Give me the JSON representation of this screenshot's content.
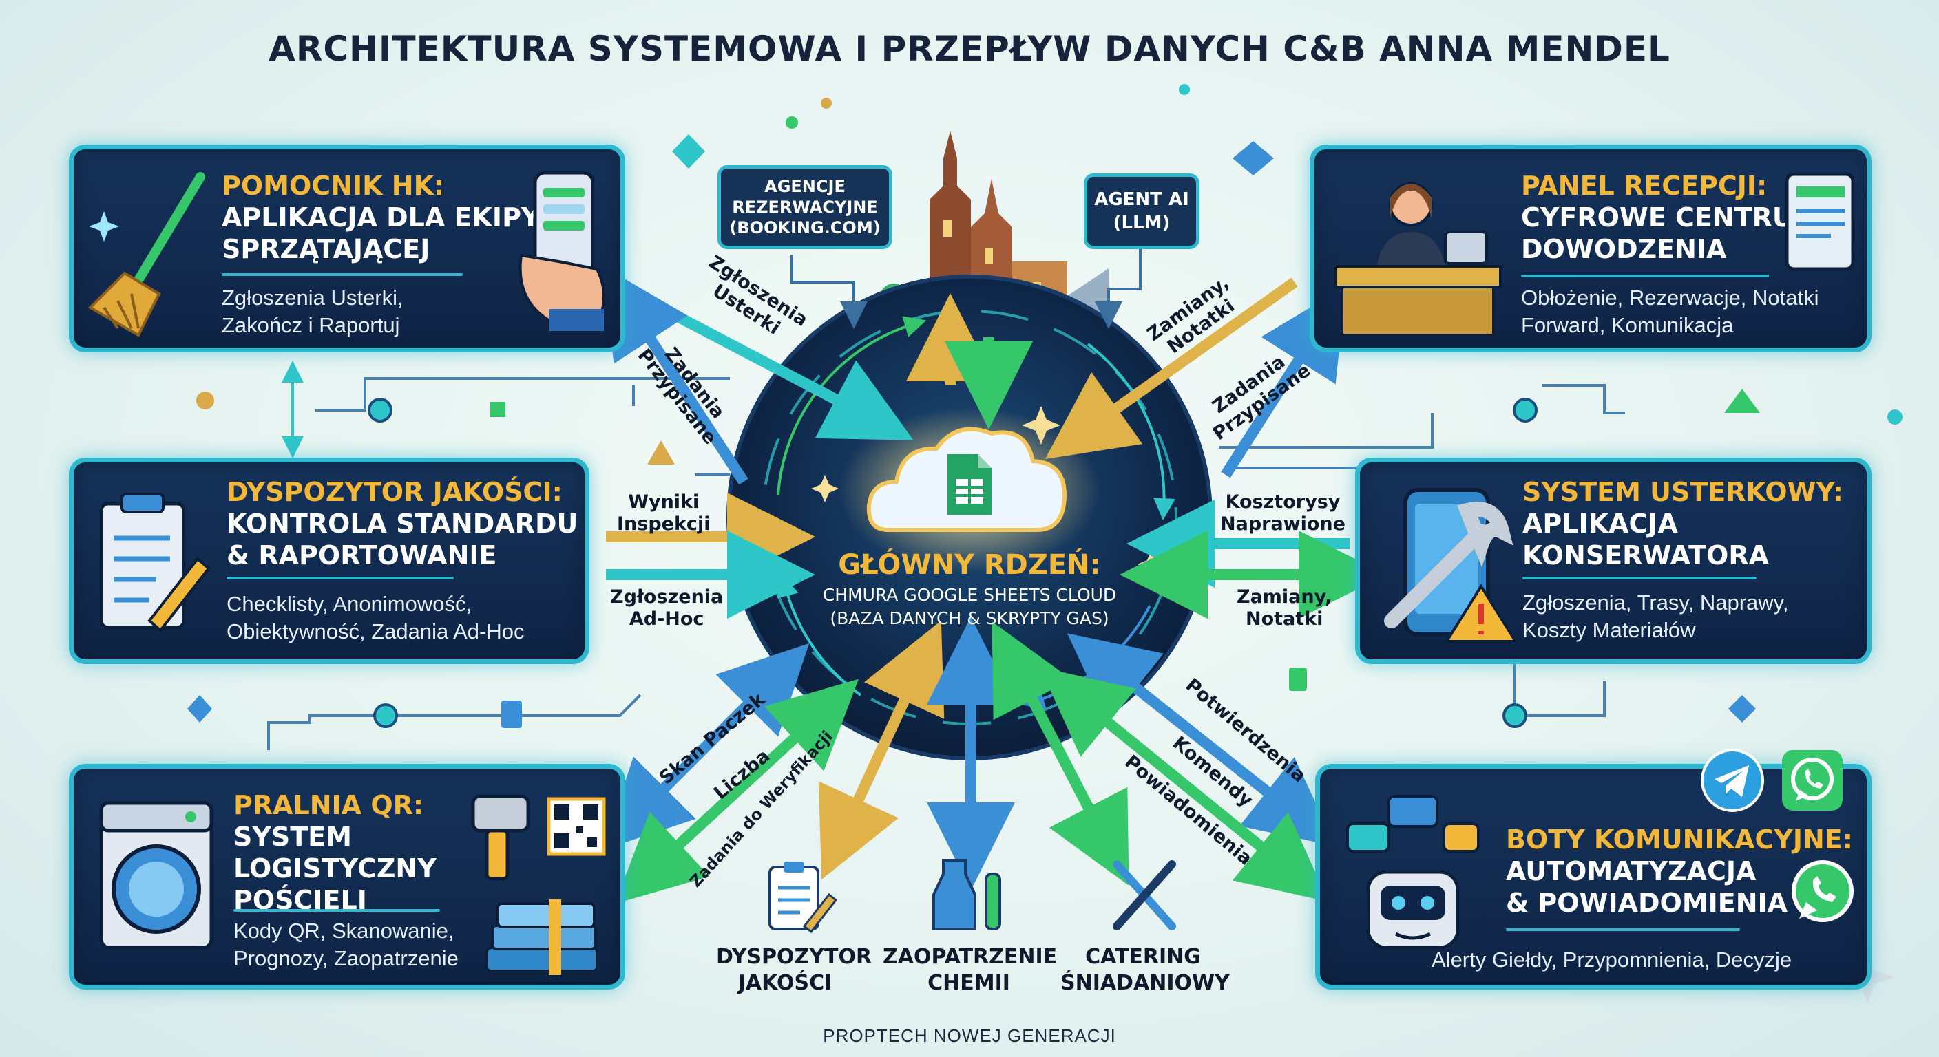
{
  "title": "ARCHITEKTURA SYSTEMOWA I PRZEPŁYW DANYCH C&B ANNA MENDEL",
  "footer": "PROPTECH NOWEJ GENERACJI",
  "core": {
    "title": "GŁÓWNY RDZEŃ:",
    "subtitle": "CHMURA GOOGLE SHEETS CLOUD\n(BAZA DANYCH & SKRYPTY GAS)"
  },
  "top_boxes": {
    "agencies": "AGENCJE\nREZERWACYJNE\n(BOOKING.COM)",
    "agent": "AGENT AI\n(LLM)"
  },
  "panels": {
    "hk": {
      "title": "POMOCNIK HK:",
      "subtitle": "APLIKACJA DLA EKIPY\nSPRZĄTAJĄCEJ",
      "desc": "Zgłoszenia Usterki,\nZakończ i Raportuj"
    },
    "quality": {
      "title": "DYSPOZYTOR JAKOŚCI:",
      "subtitle": "KONTROLA STANDARDU\n& RAPORTOWANIE",
      "desc": "Checklisty, Anonimowość,\nObiektywność, Zadania Ad-Hoc"
    },
    "laundry": {
      "title": "PRALNIA QR:",
      "subtitle": "SYSTEM\nLOGISTYCZNY\nPOŚCIELI",
      "desc": "Kody QR, Skanowanie,\nPrognozy, Zaopatrzenie"
    },
    "reception": {
      "title": "PANEL RECEPCJI:",
      "subtitle": "CYFROWE CENTRUM\nDOWODZENIA",
      "desc": "Obłożenie, Rezerwacje, Notatki\nForward, Komunikacja"
    },
    "maintenance": {
      "title": "SYSTEM USTERKOWY:",
      "subtitle": "APLIKACJA\nKONSERWATORA",
      "desc": "Zgłoszenia, Trasy, Naprawy,\nKoszty Materiałów"
    },
    "bots": {
      "title": "BOTY KOMUNIKACYJNE:",
      "subtitle": "AUTOMATYZACJA\n&  POWIADOMIENIA",
      "desc": "Alerty Giełdy, Przypomnienia, Decyzje"
    }
  },
  "connections": {
    "zgloszenia_usterki": "Zgłoszenia\nUsterki",
    "zadania_przypisane_left": "Zadania\nPrzypisane",
    "wyniki_inspekcji": "Wyniki\nInspekcji",
    "zgloszenia_adhoc": "Zgłoszenia\nAd-Hoc",
    "skan_paczek": "Skan Paczek",
    "liczba": "Liczba",
    "zadania_do_weryfikacji": "Zadania do Weryfikacji",
    "zamiany_notatki_top": "Zamiany,\nNotatki",
    "zadania_przypisane_right": "Zadania\nPrzypisane",
    "kosztorysy": "Kosztorysy\nNaprawione",
    "zamiany_notatki_mid": "Zamiany,\nNotatki",
    "potwierdzenia": "Potwierdzenia",
    "komendy": "Komendy",
    "powiadomienia": "Powiadomienia"
  },
  "bottom": {
    "quality": "DYSPOZYTOR\nJAKOŚCI",
    "chemistry": "ZAOPATRZENIE\nCHEMII",
    "catering": "CATERING\nŚNIADANIOWY"
  },
  "colors": {
    "panel_bg": "#12294f",
    "panel_border": "#2fb7d0",
    "title_gold": "#f3b73a",
    "arrow_teal": "#2ec6c9",
    "arrow_blue": "#3b8fd6",
    "arrow_green": "#35c76a",
    "arrow_gold": "#e0b24a",
    "core_bg": "#0f2446"
  }
}
